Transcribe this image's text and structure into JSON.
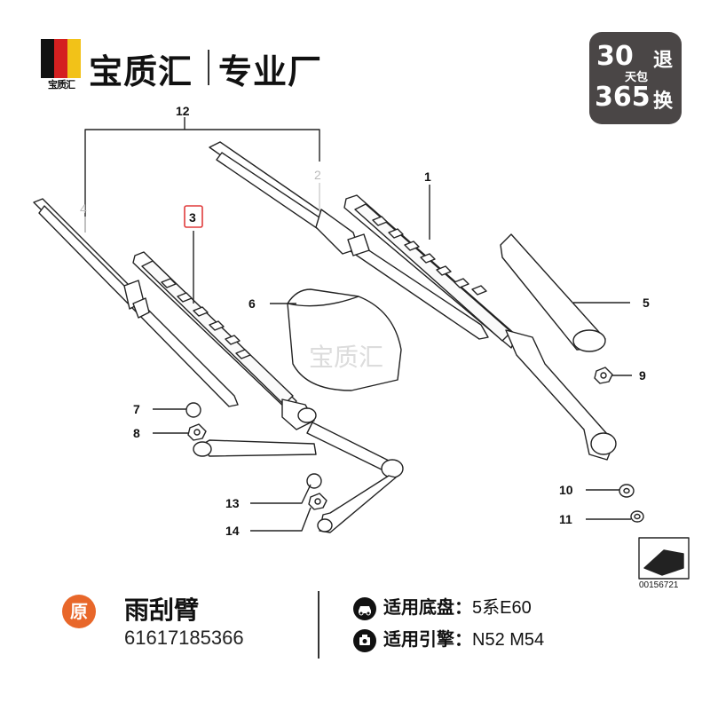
{
  "brand": {
    "flag_label": "宝质汇",
    "name": "宝质汇",
    "slogan": "专业厂",
    "flag_colors": [
      "#111111",
      "#d42020",
      "#f2c218"
    ]
  },
  "badge": {
    "days": "30",
    "return": "退",
    "free": "天包",
    "year": "365",
    "exchange": "换"
  },
  "diagram": {
    "callouts": [
      {
        "id": "12",
        "label": "12"
      },
      {
        "id": "2",
        "label": "2"
      },
      {
        "id": "4",
        "label": "4"
      },
      {
        "id": "3",
        "label": "3"
      },
      {
        "id": "1",
        "label": "1"
      },
      {
        "id": "6",
        "label": "6"
      },
      {
        "id": "5",
        "label": "5"
      },
      {
        "id": "9",
        "label": "9"
      },
      {
        "id": "7",
        "label": "7"
      },
      {
        "id": "8",
        "label": "8"
      },
      {
        "id": "10",
        "label": "10"
      },
      {
        "id": "11",
        "label": "11"
      },
      {
        "id": "13",
        "label": "13"
      },
      {
        "id": "14",
        "label": "14"
      }
    ],
    "watermark": "宝质汇",
    "ref_number": "00156721"
  },
  "footer": {
    "origin_badge": "原",
    "part_name": "雨刮臂",
    "part_number": "61617185366",
    "chassis_label": "适用底盘：",
    "chassis_value": "5系E60",
    "engine_label": "适用引擎：",
    "engine_value": "N52 M54"
  }
}
